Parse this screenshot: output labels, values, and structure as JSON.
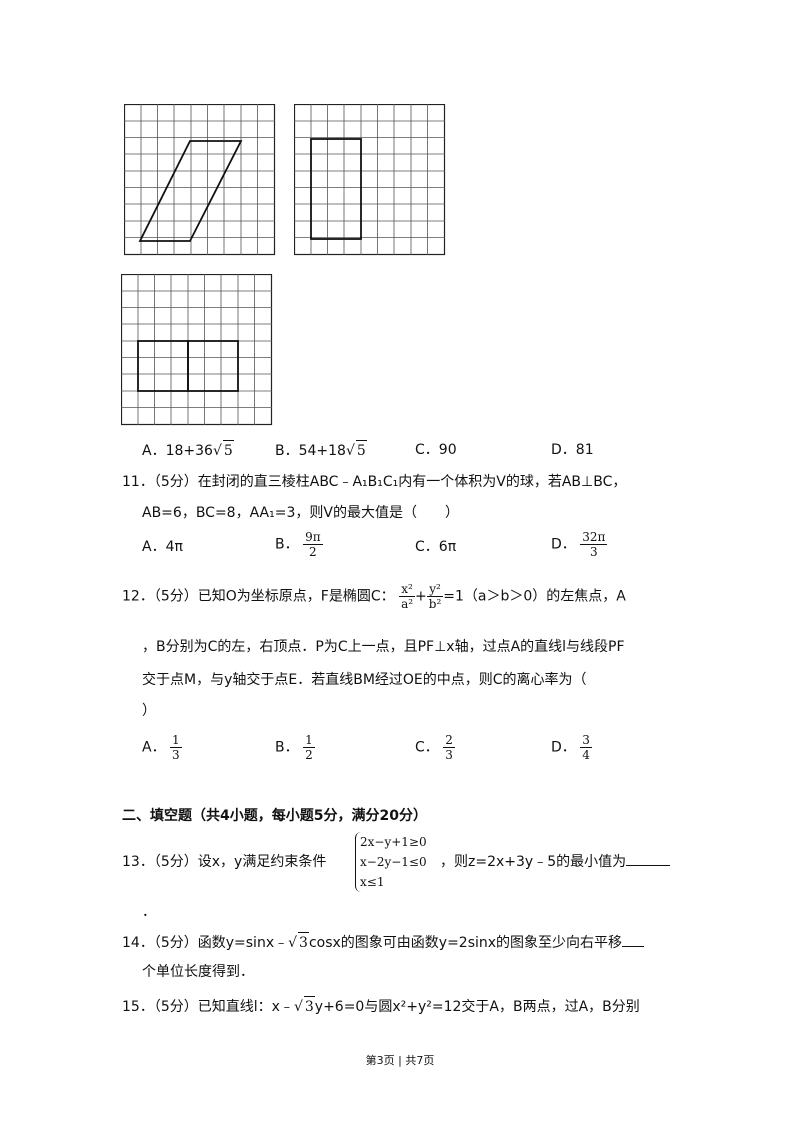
{
  "q10": {
    "options": {
      "a_label": "A．",
      "a_value_pre": "18+36",
      "a_radicand": "5",
      "b_label": "B．",
      "b_value_pre": "54+18",
      "b_radicand": "5",
      "c_label": "C．",
      "c_value": "90",
      "d_label": "D．",
      "d_value": "81"
    }
  },
  "q11": {
    "number": "11．",
    "score": "（5分）",
    "line1": "在封闭的直三棱柱ABC﹣A₁B₁C₁内有一个体积为V的球，若AB⊥BC，",
    "line2": "AB=6，BC=8，AA₁=3，则V的最大值是（　　）",
    "a_label": "A．",
    "a_value": "4π",
    "b_label": "B．",
    "b_num": "9π",
    "b_den": "2",
    "c_label": "C．",
    "c_value": "6π",
    "d_label": "D．",
    "d_num": "32π",
    "d_den": "3"
  },
  "q12": {
    "number": "12．",
    "score": "（5分）",
    "line1_pre": "已知O为坐标原点，F是椭圆C：",
    "x_num": "x²",
    "x_den": "a²",
    "plus": "+",
    "y_num": "y²",
    "y_den": "b²",
    "line1_post": "=1（a＞b＞0）的左焦点，A",
    "line2": "，B分别为C的左，右顶点．P为C上一点，且PF⊥x轴，过点A的直线l与线段PF",
    "line3": "交于点M，与y轴交于点E．若直线BM经过OE的中点，则C的离心率为（",
    "line4": "）",
    "a_label": "A．",
    "a_num": "1",
    "a_den": "3",
    "b_label": "B．",
    "b_num": "1",
    "b_den": "2",
    "c_label": "C．",
    "c_num": "2",
    "c_den": "3",
    "d_label": "D．",
    "d_num": "3",
    "d_den": "4"
  },
  "section2": {
    "title": "二、填空题（共4小题，每小题5分，满分20分）"
  },
  "q13": {
    "number": "13．",
    "score": "（5分）",
    "pre": "设x，y满足约束条件",
    "c1": "2x−y+1≥0",
    "c2": "x−2y−1≤0",
    "c3": "x≤1",
    "post": "，则z=2x+3y﹣5的最小值为",
    "end": "．"
  },
  "q14": {
    "number": "14．",
    "score": "（5分）",
    "pre": "函数y=sinx﹣",
    "radicand": "3",
    "post": "cosx的图象可由函数y=2sinx的图象至少向右平移",
    "line2": "个单位长度得到．"
  },
  "q15": {
    "number": "15．",
    "score": "（5分）",
    "pre": "已知直线l：x﹣",
    "radicand": "3",
    "post": "y+6=0与圆x²+y²=12交于A，B两点，过A，B分别"
  },
  "footer": {
    "text": "第3页 | 共7页"
  }
}
